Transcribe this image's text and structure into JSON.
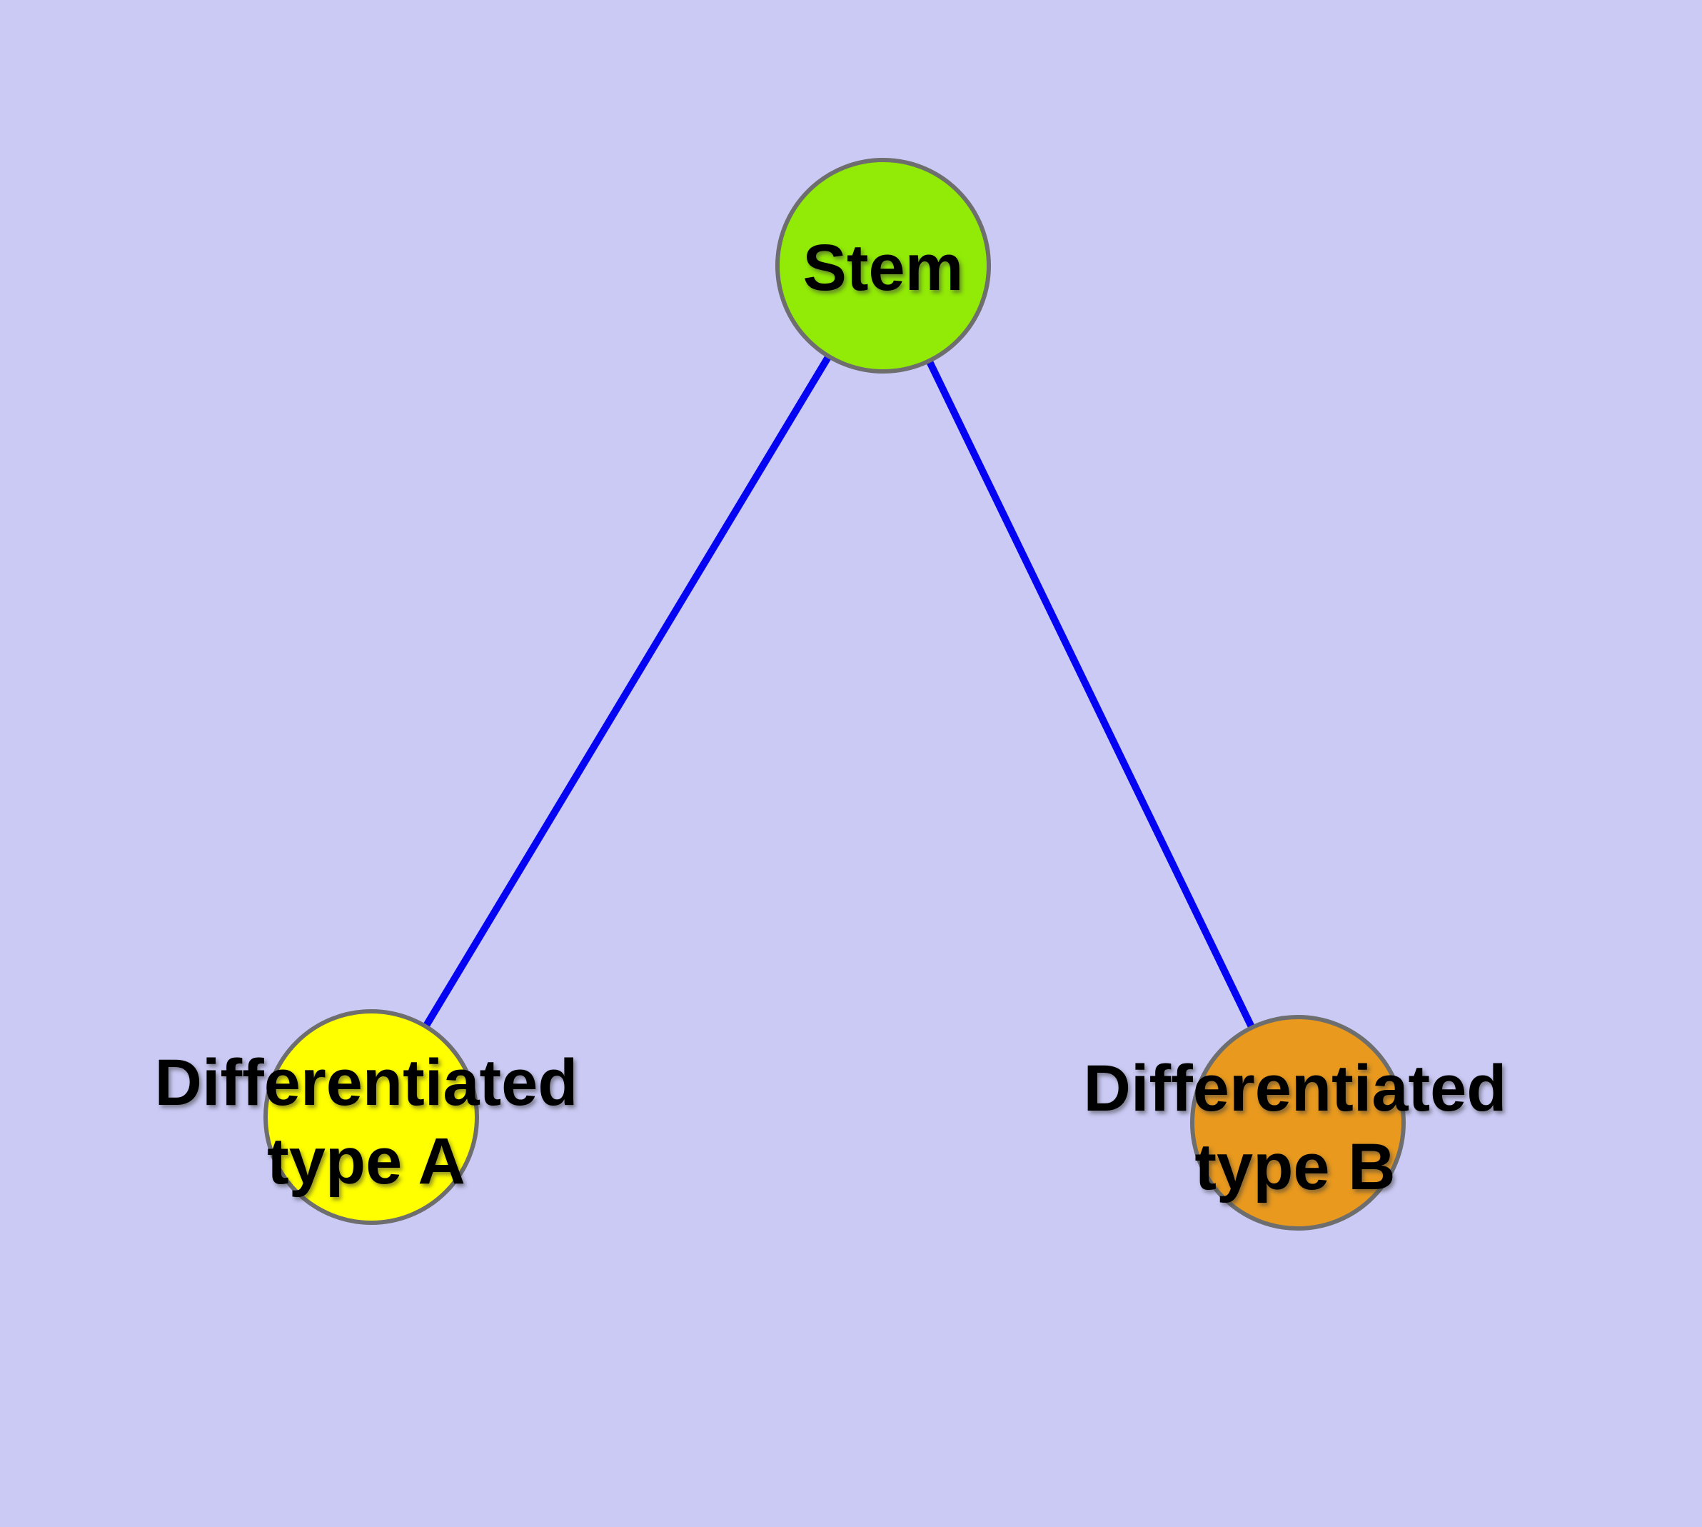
{
  "canvas": {
    "background_color": "#CACAF5",
    "edge_color": "#0404F2",
    "node_border_color": "#6E6E6E",
    "text_color": "#000000"
  },
  "nodes": [
    {
      "id": "stem",
      "label": "Stem",
      "fill_color": "#91EB06"
    },
    {
      "id": "differentiated-type-a",
      "label": "Differentiated\ntype A",
      "fill_color": "#FFFF00"
    },
    {
      "id": "differentiated-type-b",
      "label": "Differentiated\ntype B",
      "fill_color": "#E8991E"
    }
  ],
  "edges": [
    {
      "from": "stem",
      "to": "differentiated-type-a"
    },
    {
      "from": "stem",
      "to": "differentiated-type-b"
    }
  ]
}
